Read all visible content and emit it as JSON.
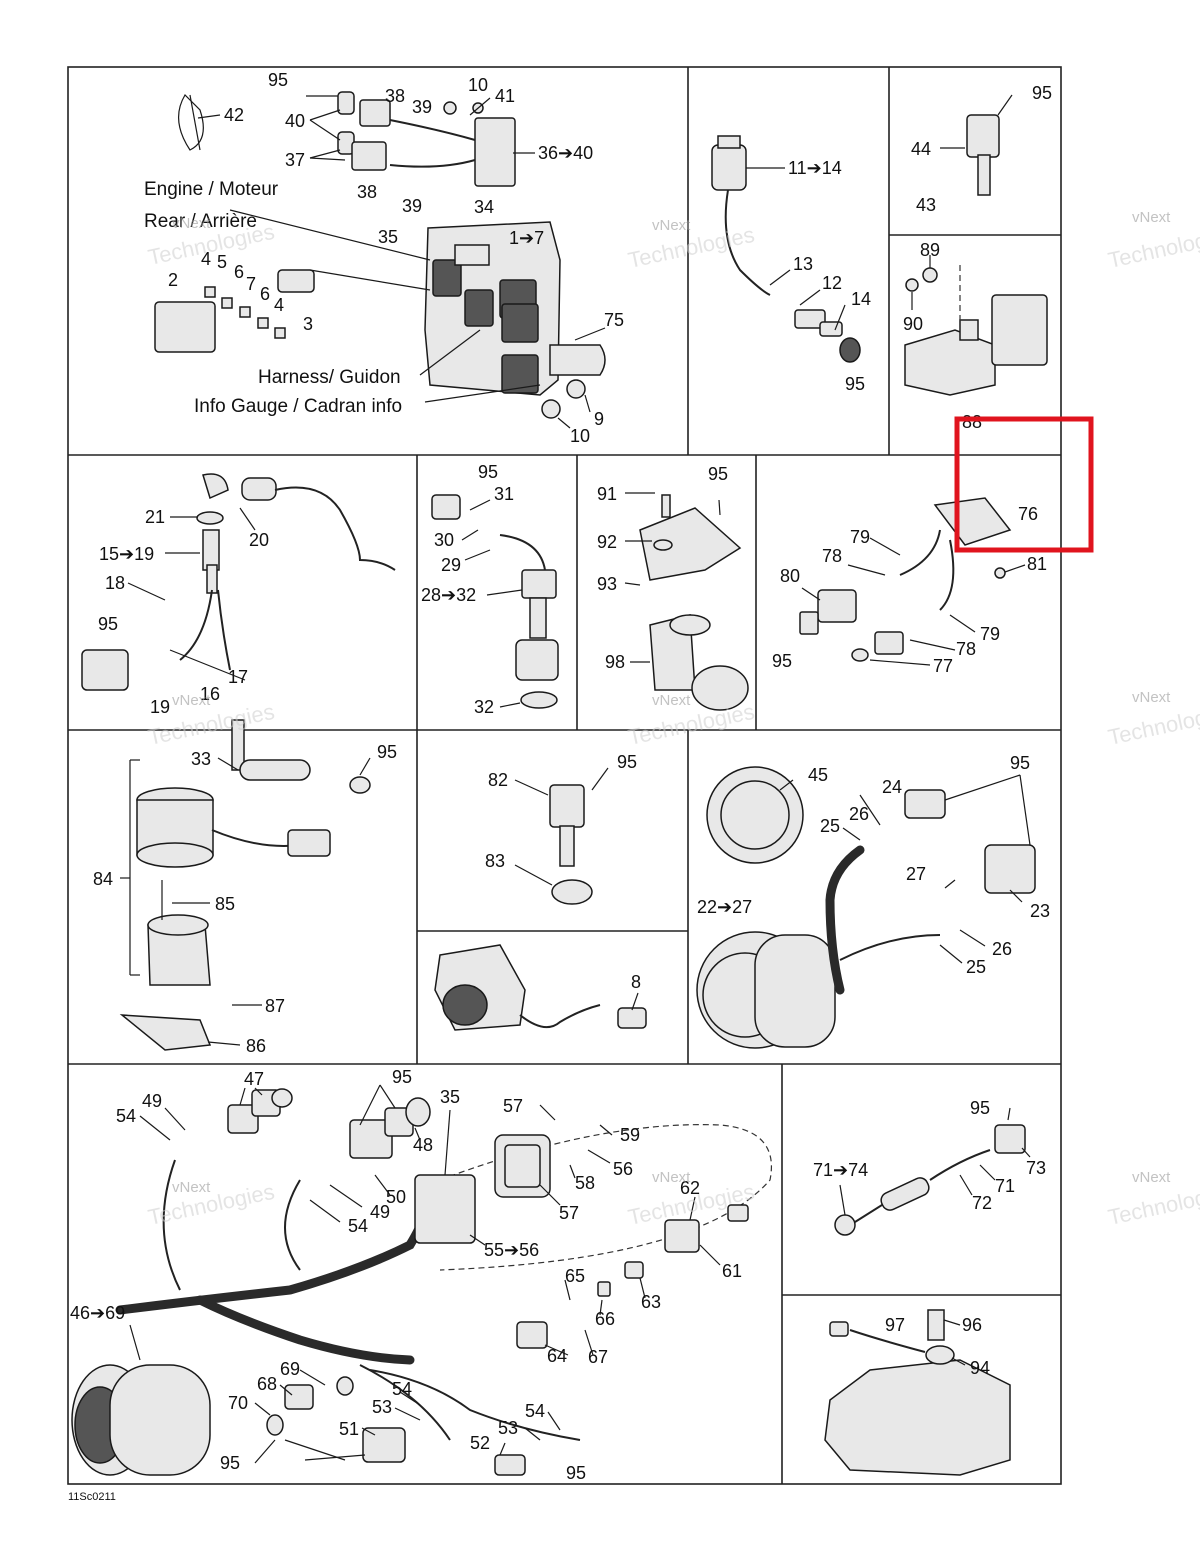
{
  "figure_code": "11Sc0211",
  "watermark": {
    "line1": "vNext",
    "line2": "Technologies"
  },
  "highlight": {
    "color": "#e0141e",
    "part": "76"
  },
  "captions": {
    "engine_rear": "Engine / Moteur",
    "engine_rear_2": "Rear / Arrière",
    "harness": "Harness/ Guidon",
    "info_gauge": "Info Gauge / Cadran info"
  },
  "labels": {
    "l95a": "95",
    "l38a": "38",
    "l39a": "39",
    "l10a": "10",
    "l41": "41",
    "l42": "42",
    "l40": "40",
    "l37": "37",
    "l38b": "38",
    "l39b": "39",
    "l36": "36➔40",
    "l34": "34",
    "l35a": "35",
    "l1": "1➔7",
    "l2": "2",
    "l4a": "4",
    "l5": "5",
    "l6a": "6",
    "l7": "7",
    "l6b": "6",
    "l4b": "4",
    "l3": "3",
    "l75": "75",
    "l9": "9",
    "l10b": "10",
    "l11": "11➔14",
    "l13": "13",
    "l12": "12",
    "l14": "14",
    "l95b": "95",
    "l95c": "95",
    "l44": "44",
    "l43": "43",
    "l89": "89",
    "l90": "90",
    "l88": "88",
    "l21": "21",
    "l20": "20",
    "l15": "15➔19",
    "l18": "18",
    "l95d": "95",
    "l17": "17",
    "l16": "16",
    "l19": "19",
    "l95e": "95",
    "l31": "31",
    "l30": "30",
    "l29": "29",
    "l28": "28➔32",
    "l32": "32",
    "l91": "91",
    "l95f": "95",
    "l92": "92",
    "l93": "93",
    "l98": "98",
    "l76": "76",
    "l79a": "79",
    "l78a": "78",
    "l80": "80",
    "l81": "81",
    "l79b": "79",
    "l78b": "78",
    "l95g": "95",
    "l77": "77",
    "l33": "33",
    "l95h": "95",
    "l84": "84",
    "l85": "85",
    "l87": "87",
    "l86": "86",
    "l82": "82",
    "l95i": "95",
    "l83": "83",
    "l8": "8",
    "l45": "45",
    "l24": "24",
    "l95j": "95",
    "l26a": "26",
    "l25a": "25",
    "l27": "27",
    "l23": "23",
    "l22": "22➔27",
    "l26b": "26",
    "l25b": "25",
    "l47": "47",
    "l95k": "95",
    "l35b": "35",
    "l49a": "49",
    "l54a": "54",
    "l48": "48",
    "l57a": "57",
    "l59": "59",
    "l56": "56",
    "l58": "58",
    "l50": "50",
    "l49b": "49",
    "l54b": "54",
    "l57b": "57",
    "l55": "55➔56",
    "l62": "62",
    "l61": "61",
    "l65": "65",
    "l66": "66",
    "l63": "63",
    "l64": "64",
    "l67": "67",
    "l46": "46➔69",
    "l69": "69",
    "l68": "68",
    "l70": "70",
    "l54c": "54",
    "l53a": "53",
    "l51": "51",
    "l53b": "53",
    "l54d": "54",
    "l52": "52",
    "l95l": "95",
    "l95m": "95",
    "l95n": "95",
    "l73": "73",
    "l71a": "71➔74",
    "l71b": "71",
    "l72": "72",
    "l97": "97",
    "l96": "96",
    "l94": "94"
  }
}
